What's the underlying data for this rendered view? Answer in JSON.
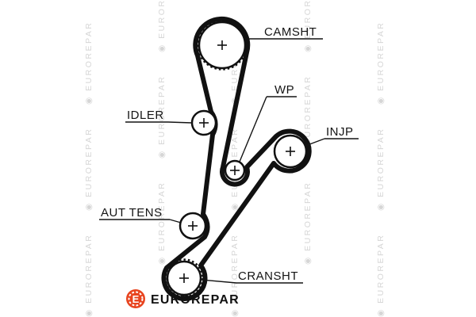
{
  "watermark": {
    "symbol": "◉",
    "text": "EUROREPAR",
    "color": "#d6d6d6"
  },
  "diagram": {
    "pulleys": {
      "camsht": {
        "label": "CAMSHT"
      },
      "wp": {
        "label": "WP"
      },
      "idler": {
        "label": "IDLER"
      },
      "injp": {
        "label": "INJP"
      },
      "aut_tens": {
        "label": "AUT TENS"
      },
      "cransht": {
        "label": "CRANSHT"
      }
    },
    "belt_color": "#111111",
    "center_marker": "+"
  },
  "footer": {
    "brand": "EUROREPAR",
    "logo_letter": "E",
    "logo_color": "#e8441f"
  }
}
